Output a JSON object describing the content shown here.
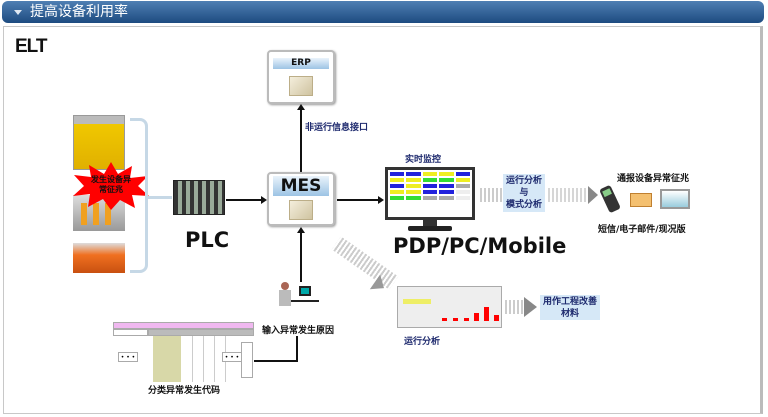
{
  "header": {
    "title": "提高设备利用率"
  },
  "logo": {
    "text": "ELT"
  },
  "erp": {
    "label": "ERP"
  },
  "mes": {
    "label": "MES"
  },
  "labels": {
    "erp_interface": "非运行信息接口",
    "alarm": "发生设备异常征兆",
    "plc": "PLC",
    "realtime": "实时监控",
    "platform": "PDP/PC/Mobile",
    "analysis_box": [
      "运行分析",
      "与",
      "模式分析"
    ],
    "notify": "通报设备异常征兆",
    "channels": "短信/电子邮件/现况版",
    "run_analysis": "运行分析",
    "improve_box": [
      "用作工程改善",
      "材料"
    ],
    "input_reason": "输入异常发生原因",
    "classify_code": "分类异常发生代码",
    "ellipsis": "• • •"
  },
  "colors": {
    "header": "#1d4b80",
    "label": "#1e2a6e",
    "box": "#d6e8f7",
    "alarm": "#ff0000"
  }
}
